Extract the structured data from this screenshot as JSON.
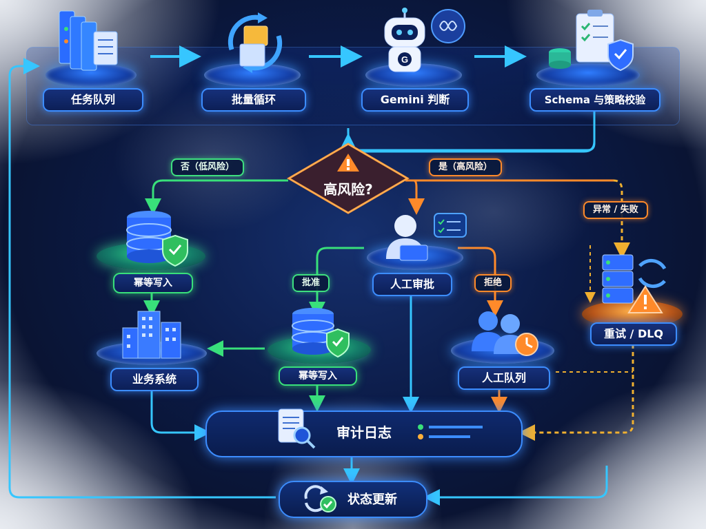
{
  "nodes": {
    "task_queue": "任务队列",
    "batch_loop": "批量循环",
    "gemini_judge": "Gemini 判断",
    "schema_validate": "Schema 与策略校验",
    "high_risk": "高风险?",
    "idempotent_write_left": "幂等写入",
    "business_system": "业务系统",
    "manual_approval": "人工审批",
    "idempotent_write_center": "幂等写入",
    "manual_queue": "人工队列",
    "retry_dlq": "重试 / DLQ",
    "audit_log": "审计日志",
    "status_update": "状态更新"
  },
  "edges": {
    "no_low_risk": "否（低风险）",
    "yes_high_risk": "是（高风险）",
    "exception_failure": "异常 / 失败",
    "approve": "批准",
    "reject": "拒绝"
  },
  "colors": {
    "blue": "#3c8dff",
    "green": "#39e07a",
    "orange": "#ff8a2a",
    "dashed_orange": "#f0b030",
    "cyan": "#36c6ff"
  }
}
